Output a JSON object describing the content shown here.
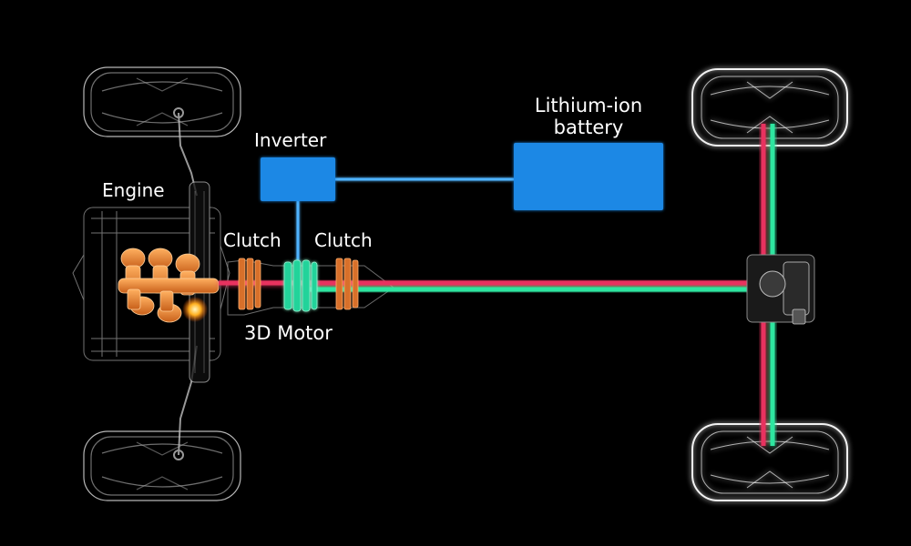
{
  "labels": {
    "engine": "Engine",
    "inverter": "Inverter",
    "battery_line1": "Lithium-ion",
    "battery_line2": "battery",
    "clutch_left": "Clutch",
    "clutch_right": "Clutch",
    "motor": "3D Motor"
  },
  "colors": {
    "background": "#000000",
    "component_blue": "#1e88e5",
    "wiring_blue": "#4fb3ff",
    "shaft_red": "#e8335f",
    "shaft_green": "#2ee6a0",
    "engine_orange": "#f08a2c",
    "clutch_copper": "#d8702a",
    "motor_green": "#22d39a",
    "wireframe_white": "#e8e8e8"
  }
}
